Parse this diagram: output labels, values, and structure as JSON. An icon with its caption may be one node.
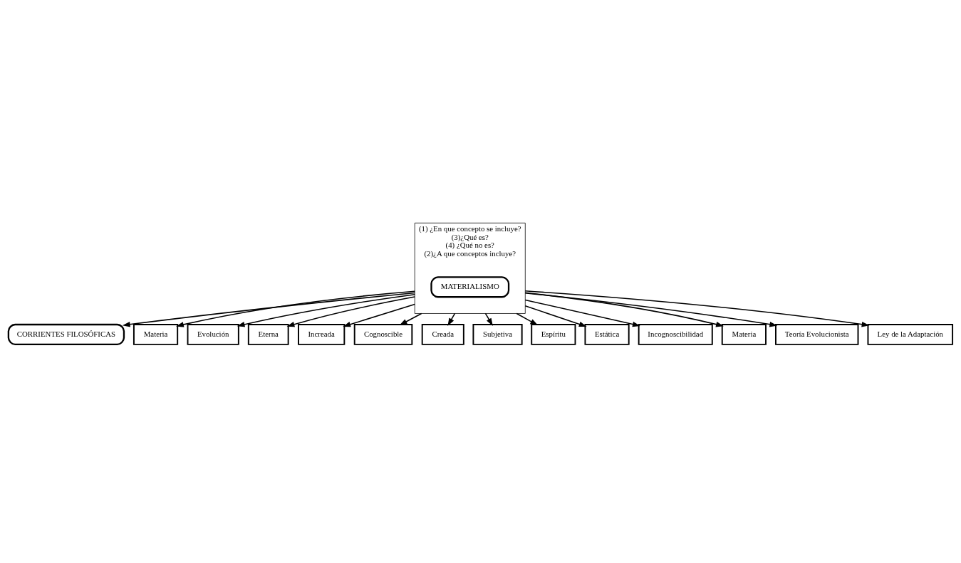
{
  "diagram": {
    "nodes": [
      {
        "text": [
          "CORRIENTES FILOSÓFICAS"
        ]
      },
      {
        "text": [
          "(1) ¿En que concepto se incluye?",
          "(3)¿Qué es?",
          "(4) ¿Qué no es?",
          "(2)¿A que conceptos incluye?"
        ]
      },
      {
        "text": [
          "MATERIALISMO"
        ],
        "in": 1
      },
      {
        "text": [
          "Materia"
        ]
      },
      {
        "text": [
          "Evolución"
        ]
      },
      {
        "text": [
          "Eterna"
        ]
      },
      {
        "text": [
          "Increada"
        ]
      },
      {
        "text": [
          "Cognoscible"
        ]
      },
      {
        "text": [
          "Creada"
        ]
      },
      {
        "text": [
          "Subjetiva"
        ]
      },
      {
        "text": [
          "Espíritu"
        ]
      },
      {
        "text": [
          "Estática"
        ]
      },
      {
        "text": [
          "Incognoscibilidad"
        ]
      },
      {
        "text": [
          "Materia"
        ]
      },
      {
        "text": [
          "Teoría Evolucionista"
        ]
      },
      {
        "text": [
          "Ley de la Adaptación"
        ]
      }
    ],
    "edges": [
      {
        "from": 1,
        "to": 0,
        "arrow": "to"
      },
      {
        "from": 1,
        "to": 3,
        "arrow": "to"
      },
      {
        "from": 1,
        "to": 4,
        "arrow": "to"
      },
      {
        "from": 1,
        "to": 5,
        "arrow": "to"
      },
      {
        "from": 1,
        "to": 6,
        "arrow": "to"
      },
      {
        "from": 1,
        "to": 7,
        "arrow": "to"
      },
      {
        "from": 1,
        "to": 8,
        "arrow": "to"
      },
      {
        "from": 1,
        "to": 9,
        "arrow": "to"
      },
      {
        "from": 1,
        "to": 10,
        "arrow": "to"
      },
      {
        "from": 1,
        "to": 11,
        "arrow": "to"
      },
      {
        "from": 1,
        "to": 12,
        "arrow": "to"
      },
      {
        "from": 1,
        "to": 13,
        "arrow": "to"
      },
      {
        "from": 1,
        "to": 14,
        "arrow": "to"
      },
      {
        "from": 1,
        "to": 15,
        "arrow": "to"
      }
    ]
  }
}
